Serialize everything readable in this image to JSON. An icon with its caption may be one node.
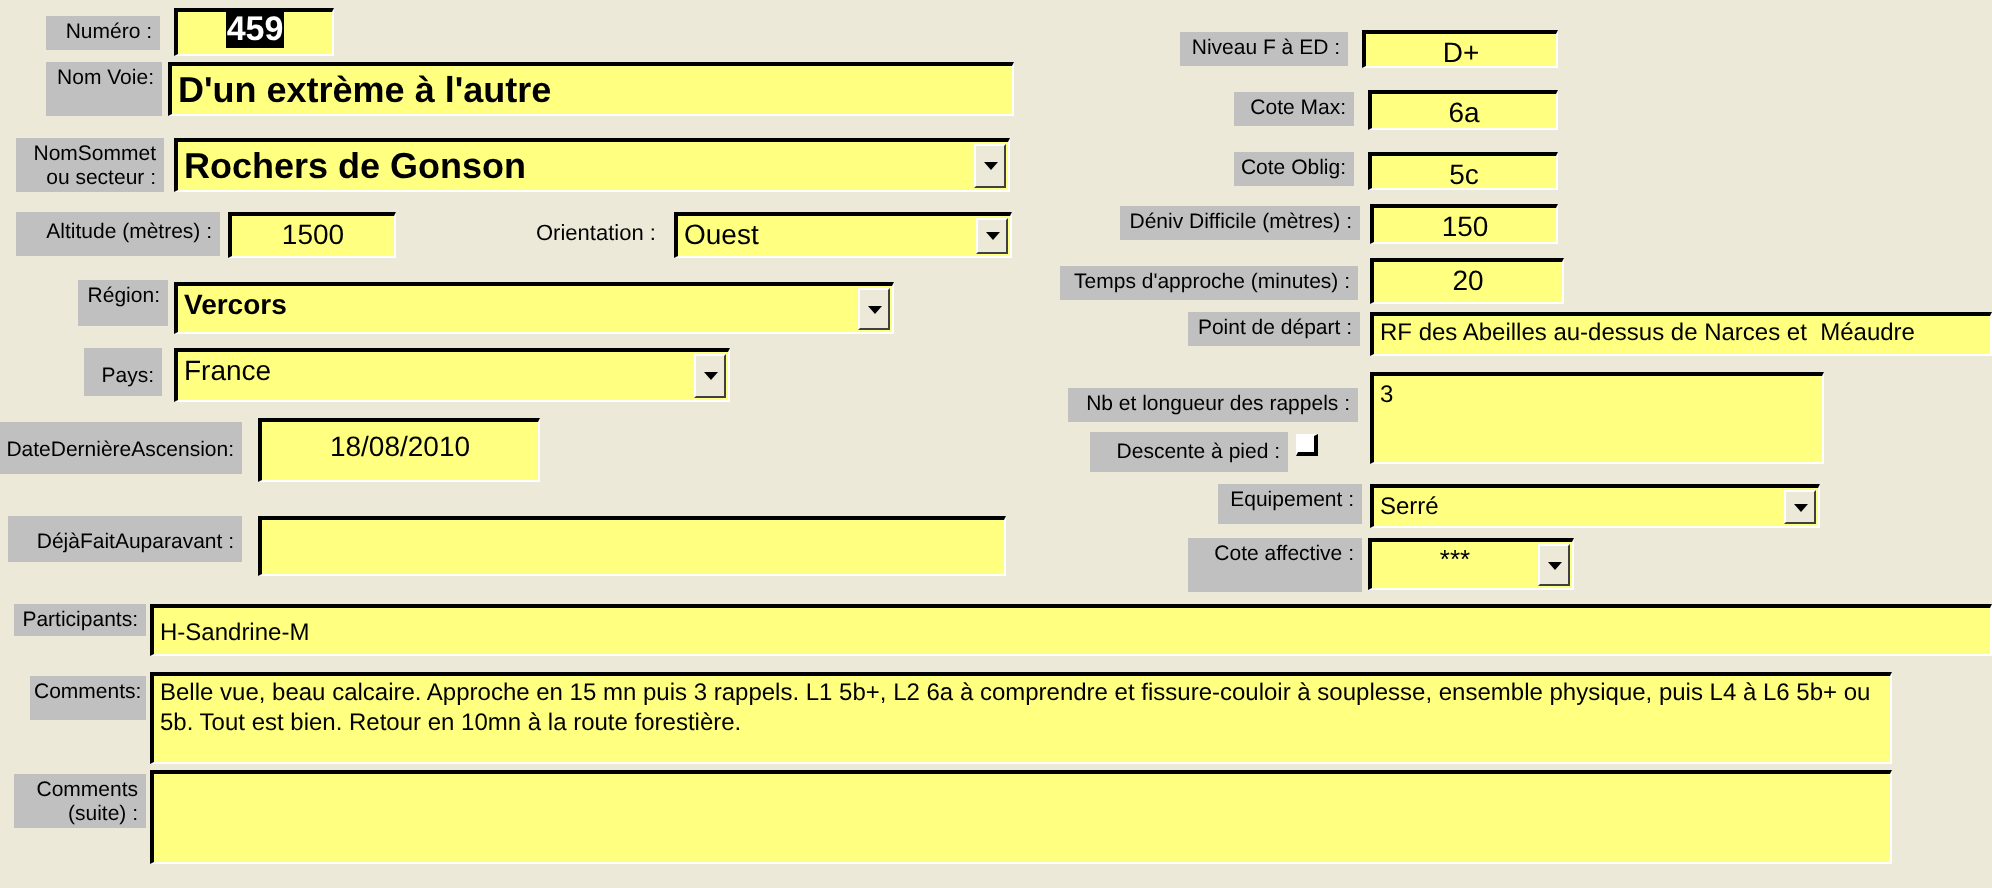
{
  "diagram": {
    "nodes": [
      {
        "text": [
          "Numéro :"
        ]
      },
      {
        "text": [
          "459"
        ]
      },
      {
        "text": [
          "Nom Voie:"
        ]
      },
      {
        "text": [
          "D'un extrème à l'autre"
        ]
      },
      {
        "text": [
          "NomSommet ou secteur :"
        ]
      },
      {
        "text": [
          "Rochers de Gonson"
        ]
      },
      {
        "text": [
          "Altitude (mètres) :"
        ]
      },
      {
        "text": [
          "1500"
        ]
      },
      {
        "text": [
          "Ouest"
        ]
      },
      {
        "text": [
          "Région:"
        ]
      },
      {
        "text": [
          "Vercors"
        ]
      },
      {
        "text": [
          "Pays:"
        ]
      },
      {
        "text": [
          "France"
        ]
      },
      {
        "text": [
          "DateDernièreAscension:"
        ]
      },
      {
        "text": [
          "18/08/2010"
        ]
      },
      {
        "text": [
          "DéjàFaitAuparavant :"
        ]
      },
      {
        "text": [],
        "shape": "box"
      },
      {
        "text": [
          "Niveau F à ED :"
        ]
      },
      {
        "text": [
          "D+"
        ]
      },
      {
        "text": [
          "Cote Max:"
        ]
      },
      {
        "text": [
          "6a"
        ]
      },
      {
        "text": [
          "Cote Oblig:"
        ]
      },
      {
        "text": [
          "5c"
        ]
      },
      {
        "text": [
          "Déniv Difficile (mètres) :"
        ]
      },
      {
        "text": [
          "150"
        ]
      },
      {
        "text": [
          "Temps d'approche (minutes) :"
        ]
      },
      {
        "text": [
          "20"
        ]
      },
      {
        "text": [
          "Point de départ :"
        ]
      },
      {
        "text": [
          "RF des Abeilles au-dessus de Narces et  Méaudre"
        ]
      },
      {
        "text": [
          "Nb et longueur des rappels :"
        ]
      },
      {
        "text": [
          "3"
        ]
      },
      {
        "text": [
          "Descente à pied :"
        ]
      },
      {
        "text": [
          "Equipement :"
        ]
      },
      {
        "text": [
          "Serré"
        ]
      },
      {
        "text": [
          "Cote affective :"
        ]
      },
      {
        "text": [
          "***"
        ]
      },
      {
        "text": [
          "Participants:"
        ]
      },
      {
        "text": [
          "H-Sandrine-M"
        ]
      },
      {
        "text": [
          "Comments:"
        ]
      },
      {
        "text": [
          "Belle vue, beau calcaire. Approche en 15 mn puis 3 rappels. L1 5b+, L2 6a à comprendre et fissure-couloir à souplesse, ensemble physique, puis L4 à L6 5b+ ou 5b. Tout est bien. Retour en 10mn à la route forestière."
        ]
      },
      {
        "text": [
          "Comments (suite) :"
        ]
      },
      {
        "text": [],
        "shape": "box"
      }
    ],
    "labels": [
      "Orientation :"
    ]
  }
}
